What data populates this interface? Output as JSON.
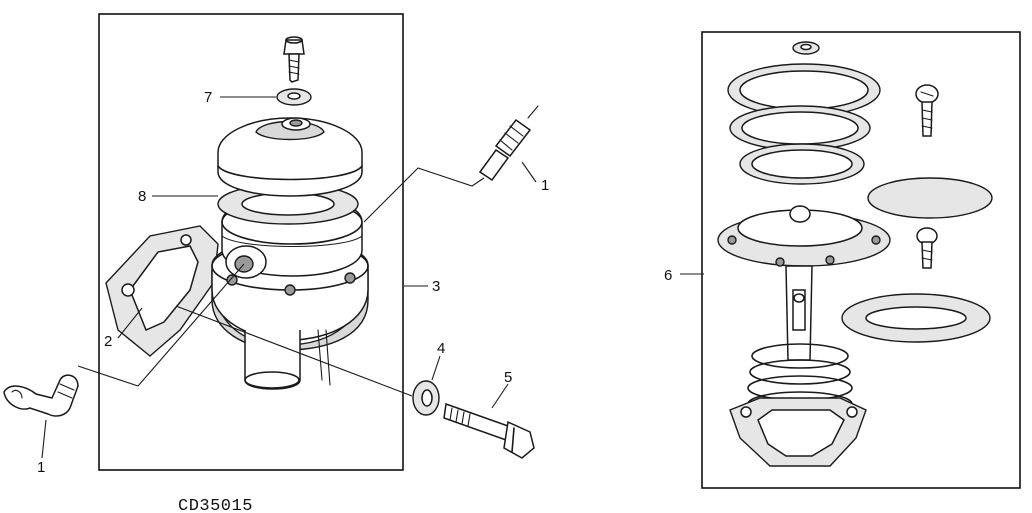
{
  "figure_code": "CD35015",
  "callouts": {
    "c1_top": "1",
    "c1_bottom": "1",
    "c2": "2",
    "c3": "3",
    "c4": "4",
    "c5": "5",
    "c6": "6",
    "c7": "7",
    "c8": "8"
  },
  "colors": {
    "ink": "#1a1a1a",
    "paper": "#ffffff",
    "shading": "#d9d9d9"
  }
}
